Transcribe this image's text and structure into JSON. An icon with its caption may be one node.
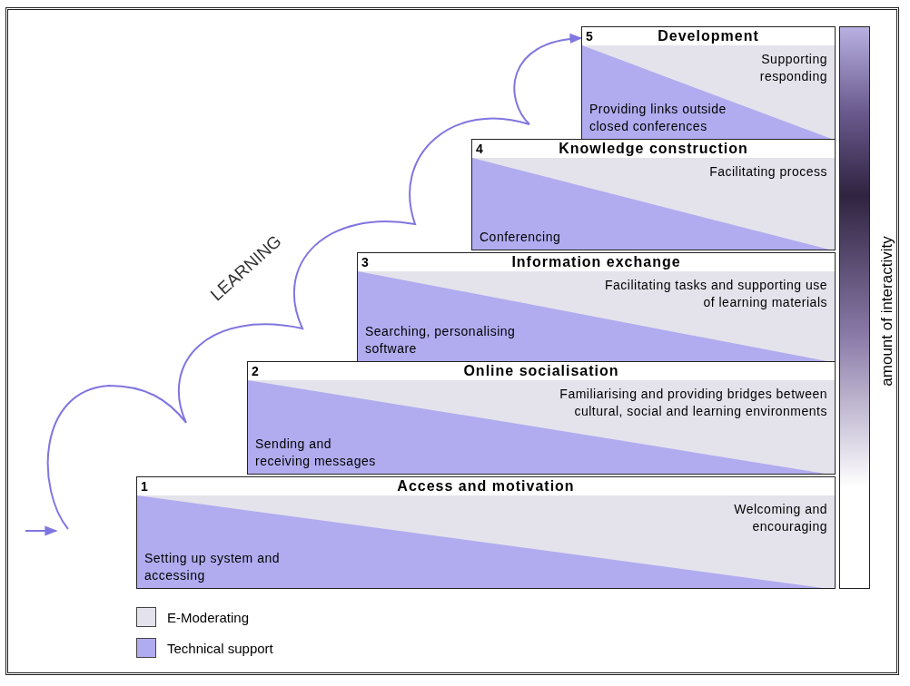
{
  "diagram": {
    "nodes": [
      {
        "text": [
          "1",
          "Access and motivation",
          "Welcoming and encouraging",
          "Setting up system and accessing"
        ]
      },
      {
        "text": [
          "2",
          "Online socialisation",
          "Familiarising and providing bridges between cultural, social and learning environments",
          "Sending and receiving messages"
        ]
      },
      {
        "text": [
          "3",
          "Information exchange",
          "Facilitating tasks and supporting use of learning materials",
          "Searching, personalising software"
        ]
      },
      {
        "text": [
          "4",
          "Knowledge construction",
          "Facilitating process",
          "Conferencing"
        ]
      },
      {
        "text": [
          "5",
          "Development",
          "Supporting responding",
          "Providing links outside closed conferences"
        ]
      },
      {
        "text": [],
        "shape": "bar",
        "beside": [
          "amount of interactivity"
        ]
      }
    ],
    "edges": [
      {
        "from": null,
        "to": 4,
        "arrow": "to",
        "label": "LEARNING"
      }
    ],
    "legend": [
      {
        "text": "E-Moderating",
        "color": "#e4e3ec"
      },
      {
        "text": "Technical support",
        "color": "#b1acef"
      }
    ]
  }
}
